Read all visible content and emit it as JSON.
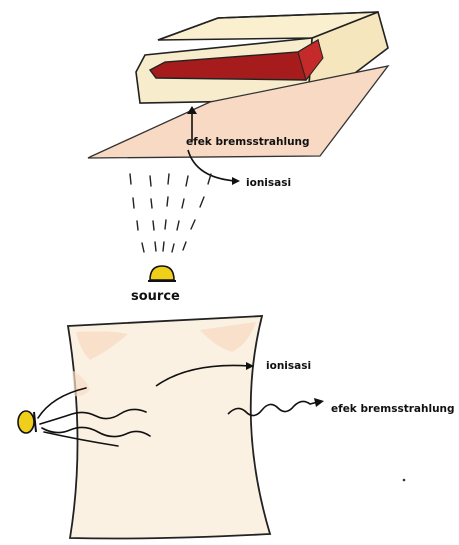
{
  "top": {
    "label_brems": "efek bremsstrahlung",
    "label_ionization": "ionisasi",
    "label_source": "source"
  },
  "bottom": {
    "label_ionization": "ionisasi",
    "label_brems": "efek bremsstrahlung"
  },
  "colors": {
    "shielding_body": "#f7eccb",
    "shielding_cut": "#a61c1c",
    "skin_sheet": "#f8d9c4",
    "tissue_sheet": "#fbf1e2",
    "source_yellow": "#f0cf1a",
    "ink": "#111111"
  }
}
